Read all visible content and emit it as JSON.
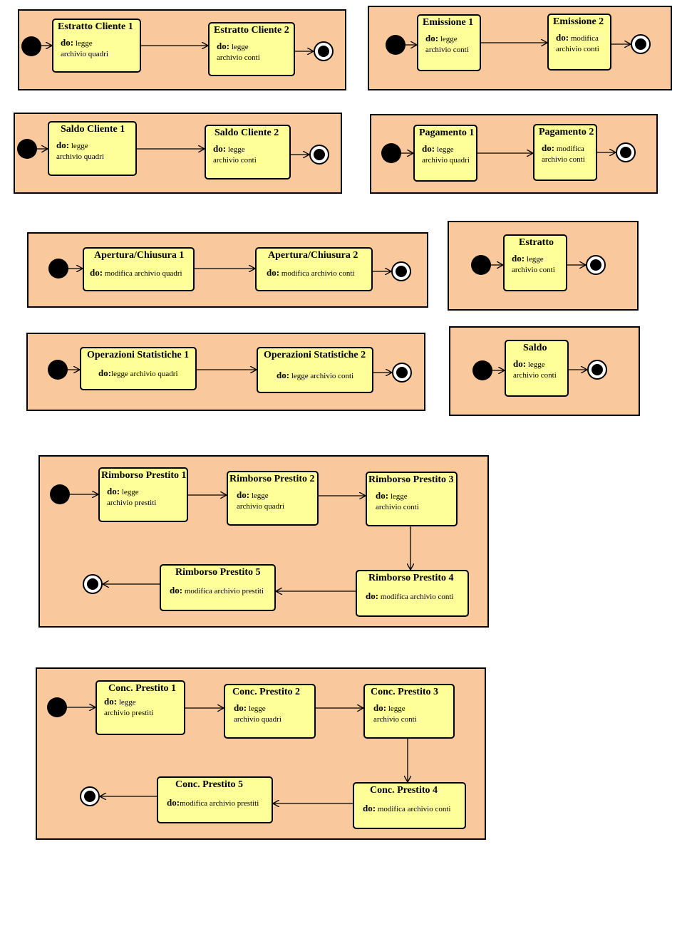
{
  "diagrams": {
    "estratto_cliente": {
      "s1": {
        "title": "Estratto Cliente 1",
        "do": "do:",
        "line1": "legge",
        "line2": "archivio quadri"
      },
      "s2": {
        "title": "Estratto Cliente 2",
        "do": "do:",
        "line1": "legge",
        "line2": "archivio conti"
      }
    },
    "emissione": {
      "s1": {
        "title": "Emissione 1",
        "do": "do:",
        "line1": "legge",
        "line2": "archivio conti"
      },
      "s2": {
        "title": "Emissione 2",
        "do": "do:",
        "line1": "modifica",
        "line2": "archivio conti"
      }
    },
    "saldo_cliente": {
      "s1": {
        "title": "Saldo Cliente  1",
        "do": "do:",
        "line1": "legge",
        "line2": "archivio quadri"
      },
      "s2": {
        "title": "Saldo Cliente  2",
        "do": "do:",
        "line1": "legge",
        "line2": "archivio conti"
      }
    },
    "pagamento": {
      "s1": {
        "title": "Pagamento 1",
        "do": "do:",
        "line1": "legge",
        "line2": "archivio quadri"
      },
      "s2": {
        "title": "Pagamento 2",
        "do": "do:",
        "line1": "modifica",
        "line2": "archivio conti"
      }
    },
    "apertura_chiusura": {
      "s1": {
        "title": "Apertura/Chiusura 1",
        "do": "do:",
        "line1": "modifica archivio quadri"
      },
      "s2": {
        "title": "Apertura/Chiusura 2",
        "do": "do:",
        "line1": "modifica archivio conti"
      }
    },
    "estratto": {
      "s1": {
        "title": "Estratto",
        "do": "do:",
        "line1": "legge",
        "line2": "archivio conti"
      }
    },
    "operazioni_statistiche": {
      "s1": {
        "title": "Operazioni Statistiche 1",
        "do": "do:",
        "line1": "legge archivio quadri"
      },
      "s2": {
        "title": "Operazioni Statistiche 2",
        "do": "do:",
        "line1": "legge archivio conti"
      }
    },
    "saldo": {
      "s1": {
        "title": "Saldo",
        "do": "do:",
        "line1": "legge",
        "line2": "archivio conti"
      }
    },
    "rimborso_prestito": {
      "s1": {
        "title": "Rimborso Prestito 1",
        "do": "do:",
        "line1": "legge",
        "line2": "archivio  prestiti"
      },
      "s2": {
        "title": "Rimborso Prestito 2",
        "do": "do:",
        "line1": "legge",
        "line2": "archivio quadri"
      },
      "s3": {
        "title": "Rimborso Prestito 3",
        "do": "do:",
        "line1": "legge",
        "line2": "archivio conti"
      },
      "s4": {
        "title": "Rimborso Prestito 4",
        "do": "do:",
        "line1": "modifica archivio conti"
      },
      "s5": {
        "title": "Rimborso Prestito 5",
        "do": "do:",
        "line1": "modifica archivio prestiti"
      }
    },
    "conc_prestito": {
      "s1": {
        "title": "Conc. Prestito 1",
        "do": "do:",
        "line1": "legge",
        "line2": "archivio  prestiti"
      },
      "s2": {
        "title": "Conc. Prestito 2",
        "do": "do:",
        "line1": "legge",
        "line2": "archivio quadri"
      },
      "s3": {
        "title": "Conc. Prestito  3",
        "do": "do:",
        "line1": "legge",
        "line2": "archivio conti"
      },
      "s4": {
        "title": "Conc. Prestito  4",
        "do": "do:",
        "line1": "modifica archivio conti"
      },
      "s5": {
        "title": "Conc. Prestito  5",
        "do": "do:",
        "line1": "modifica archivio prestiti"
      }
    }
  },
  "colors": {
    "frame": "#f9c89c",
    "state": "#ffff99",
    "line": "#000000"
  }
}
